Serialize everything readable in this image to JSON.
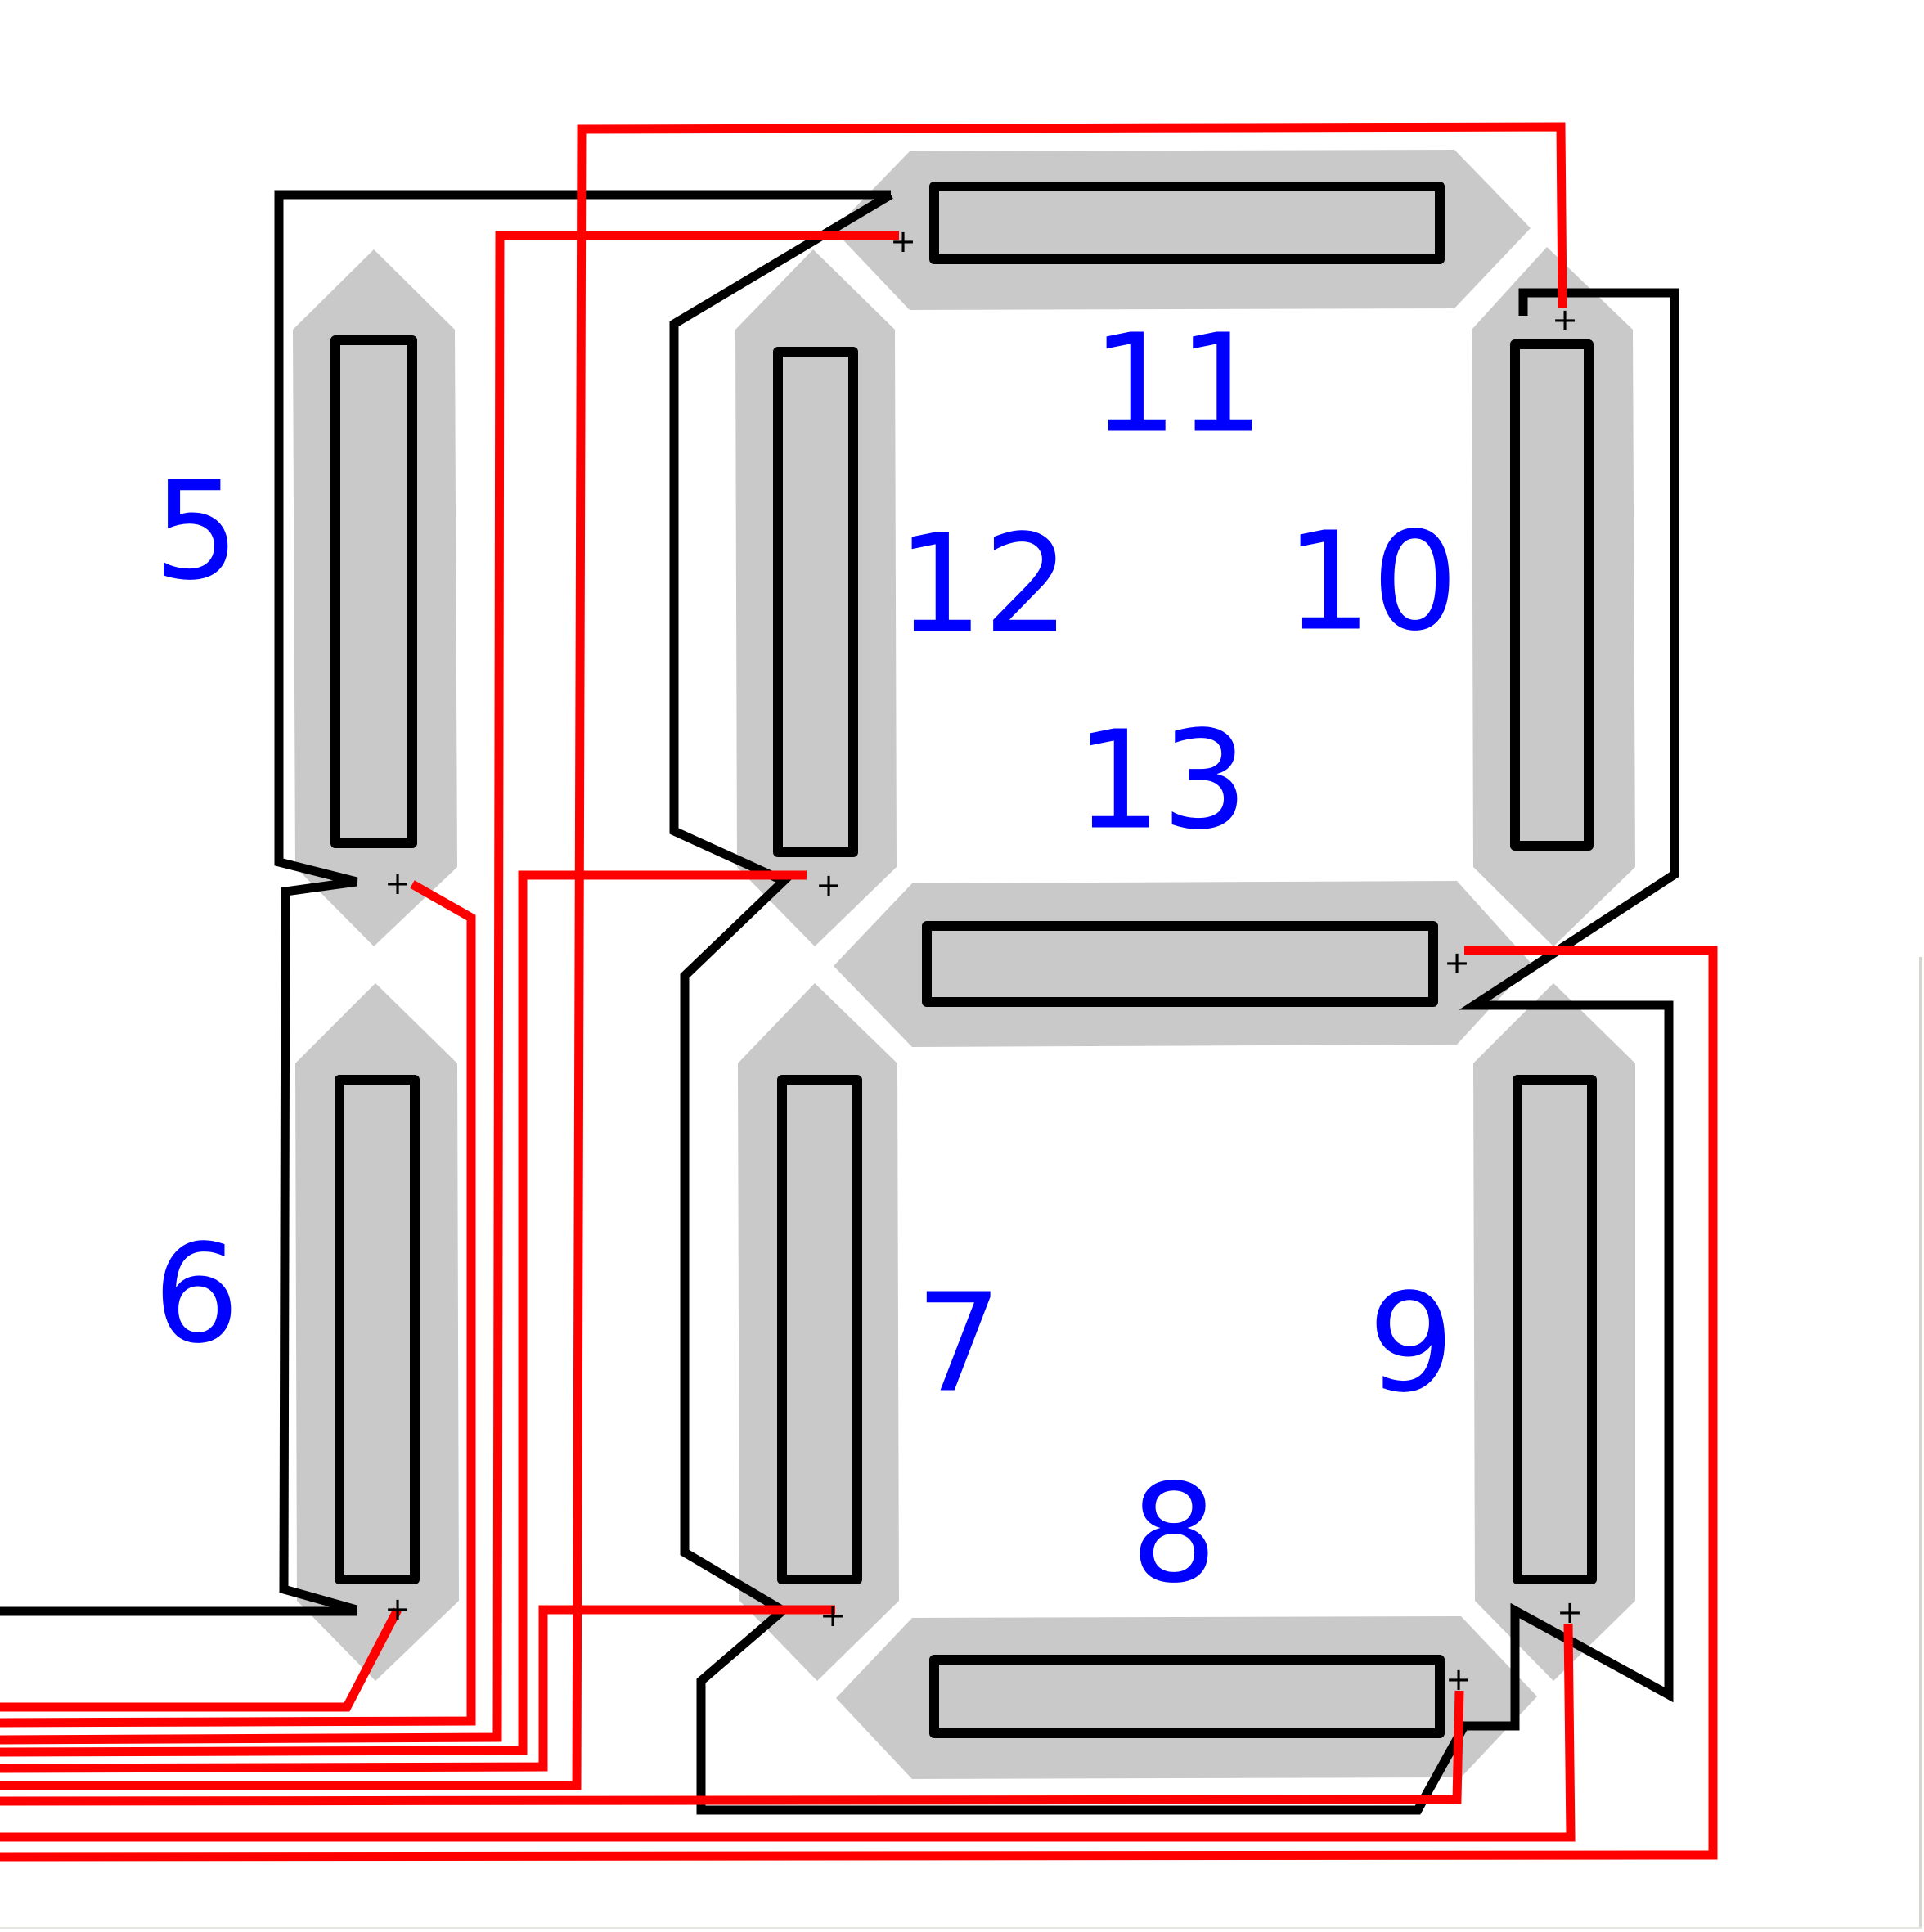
{
  "diagram": {
    "title": "",
    "colors": {
      "background": "#ffffff",
      "segment_fill": "#c9c9c9",
      "outline": "#000000",
      "wire_negative": "#000000",
      "wire_positive": "#ff0000",
      "label": "#0000ff"
    },
    "segments": [
      {
        "id": "5",
        "label": "5",
        "orientation": "vertical"
      },
      {
        "id": "6",
        "label": "6",
        "orientation": "vertical"
      },
      {
        "id": "7",
        "label": "7",
        "orientation": "vertical"
      },
      {
        "id": "8",
        "label": "8",
        "orientation": "horizontal"
      },
      {
        "id": "9",
        "label": "9",
        "orientation": "vertical"
      },
      {
        "id": "10",
        "label": "10",
        "orientation": "vertical"
      },
      {
        "id": "11",
        "label": "11",
        "orientation": "horizontal"
      },
      {
        "id": "12",
        "label": "12",
        "orientation": "vertical"
      },
      {
        "id": "13",
        "label": "13",
        "orientation": "horizontal"
      }
    ],
    "terminal_symbol": "+",
    "wires": {
      "red_count_exiting_left": 9,
      "black_count_exiting_left": 1
    }
  }
}
